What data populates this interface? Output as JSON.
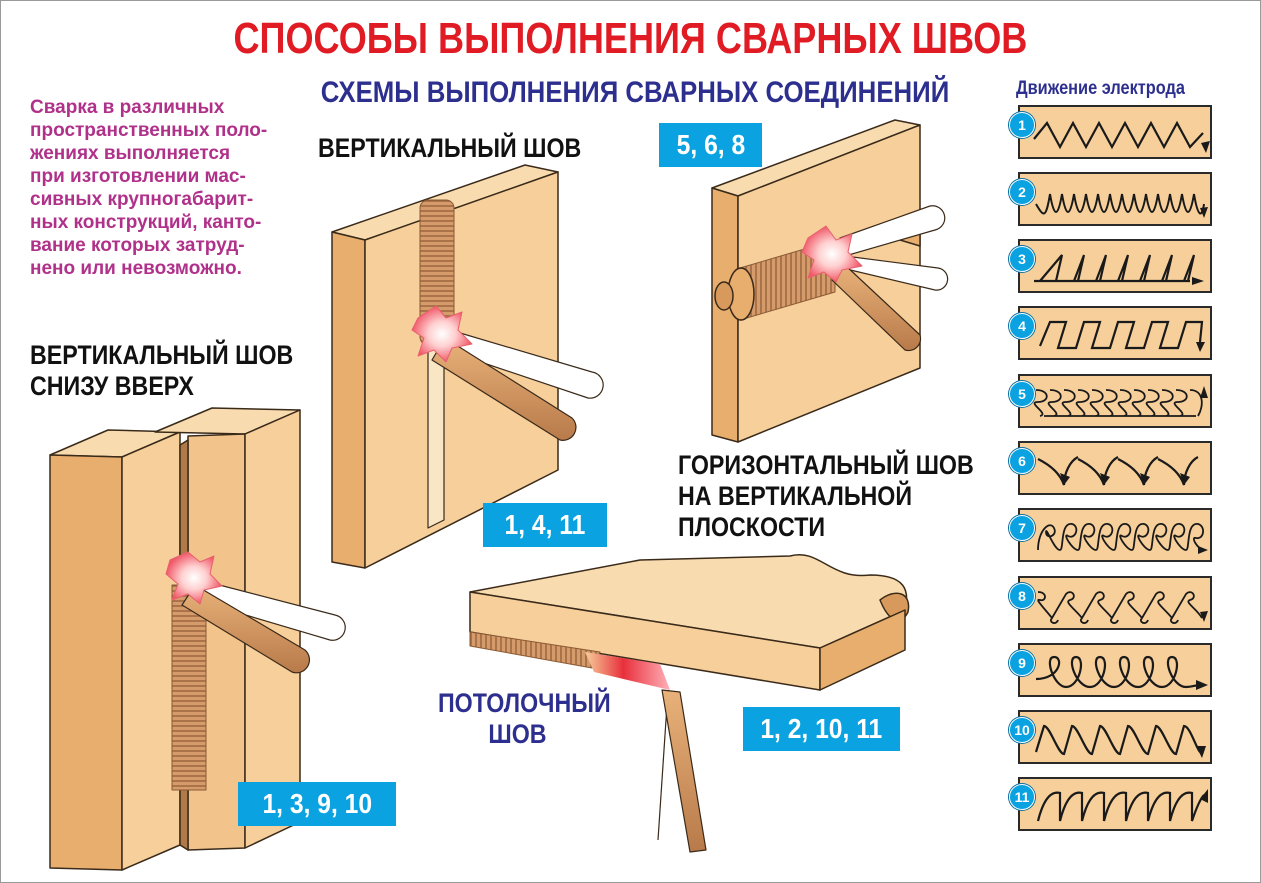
{
  "title": "СПОСОБЫ ВЫПОЛНЕНИЯ СВАРНЫХ ШВОВ",
  "subtitle": "СХЕМЫ ВЫПОЛНЕНИЯ СВАРНЫХ СОЕДИНЕНИЙ",
  "intro_lines": [
    "Сварка в различных",
    "пространственных поло-",
    "жениях выполняется",
    "при изготовлении мас-",
    "сивных крупногабарит-",
    "ных конструкций, канто-",
    "вание которых затруд-",
    "нено или невозможно."
  ],
  "seams": {
    "vertical_up": {
      "line1": "ВЕРТИКАЛЬНЫЙ ШОВ",
      "line2": "СНИЗУ ВВЕРХ",
      "methods": "1, 3, 9, 10"
    },
    "vertical": {
      "line1": "ВЕРТИКАЛЬНЫЙ ШОВ",
      "methods": "1, 4, 11"
    },
    "horizontal": {
      "line1": "ГОРИЗОНТАЛЬНЫЙ ШОВ",
      "line2": "НА ВЕРТИКАЛЬНОЙ",
      "line3": "ПЛОСКОСТИ",
      "methods": "5, 6, 8"
    },
    "overhead": {
      "line1": "ПОТОЛОЧНЫЙ",
      "line2": "ШОВ",
      "methods": "1, 2, 10, 11"
    }
  },
  "legend": {
    "title": "Движение электрода",
    "items": [
      "1",
      "2",
      "3",
      "4",
      "5",
      "6",
      "7",
      "8",
      "9",
      "10",
      "11"
    ]
  },
  "colors": {
    "title": "#e01b24",
    "subtitle": "#2d2f8e",
    "intro": "#b0318a",
    "badge": "#0aa2e0",
    "wood": "#f6cf9b",
    "wood_side": "#e8ae6e",
    "weld": "#c98a5c"
  }
}
